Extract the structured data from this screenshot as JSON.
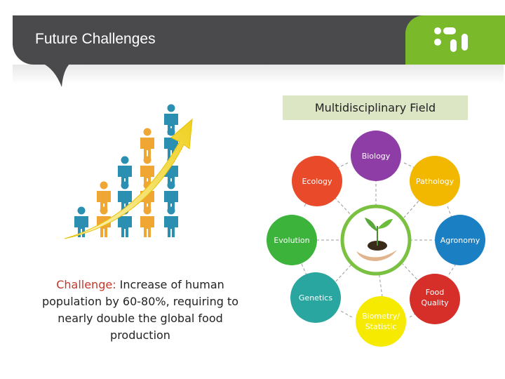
{
  "header": {
    "title": "Future Challenges"
  },
  "field_box": {
    "label": "Multidisciplinary Field"
  },
  "challenge": {
    "keyword": "Challenge:",
    "text": " Increase of human population by 60-80%, requiring to nearly double the global food production"
  },
  "diagram": {
    "nodes": [
      {
        "id": "biology",
        "label": "Biology",
        "color": "#8e3da6"
      },
      {
        "id": "pathology",
        "label": "Pathology",
        "color": "#f2b800"
      },
      {
        "id": "agronomy",
        "label": "Agronomy",
        "color": "#1b7fc4"
      },
      {
        "id": "food-quality",
        "label_lines": [
          "Food",
          "Quality"
        ],
        "color": "#d62f2a"
      },
      {
        "id": "biometry",
        "label_lines": [
          "Biometry/",
          "Statistic"
        ],
        "color": "#f6ea00"
      },
      {
        "id": "genetics",
        "label": "Genetics",
        "color": "#2aa6a0"
      },
      {
        "id": "evolution",
        "label": "Evolution",
        "color": "#3cb43c"
      },
      {
        "id": "ecology",
        "label": "Ecology",
        "color": "#e84a2a"
      }
    ]
  },
  "colors": {
    "header_dark": "#4a4a4c",
    "header_green": "#7aba2a",
    "accent": "#c0392b"
  }
}
